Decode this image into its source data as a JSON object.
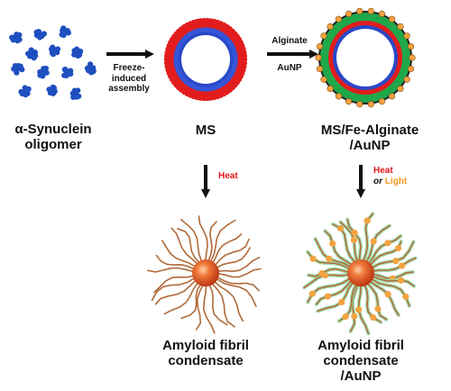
{
  "labels": {
    "oligomer_line1": "α-Synuclein",
    "oligomer_line2": "oligomer",
    "freeze_line1": "Freeze-",
    "freeze_line2": "induced",
    "freeze_line3": "assembly",
    "ms": "MS",
    "alginate": "Alginate",
    "aunp": "AuNP",
    "ms_fe_line1": "MS/Fe-Alginate",
    "ms_fe_line2": "/AuNP",
    "heat_center": "Heat",
    "heat_right": "Heat",
    "or_word": "or",
    "light_word": "Light",
    "fibril_left_line1": "Amyloid fibril",
    "fibril_left_line2": "condensate",
    "fibril_right_line1": "Amyloid fibril",
    "fibril_right_line2": "condensate",
    "fibril_right_line3": "/AuNP"
  },
  "colors": {
    "oligomer_blue": "#1f4fbf",
    "ms_red": "#e21d1d",
    "ms_blue": "#2a48c8",
    "alginate_green": "#1fa84a",
    "aunp_orange": "#f4a340",
    "fibril_brown": "#b06a3a",
    "core_red": "#e0461c",
    "heat_red": "#e3171c",
    "light_orange": "#f39a1e"
  },
  "icons": [
    "oligomer-cluster-icon",
    "micelle-sphere-icon",
    "coated-sphere-icon",
    "fibril-condensate-icon",
    "arrow-right-icon",
    "arrow-down-icon"
  ]
}
